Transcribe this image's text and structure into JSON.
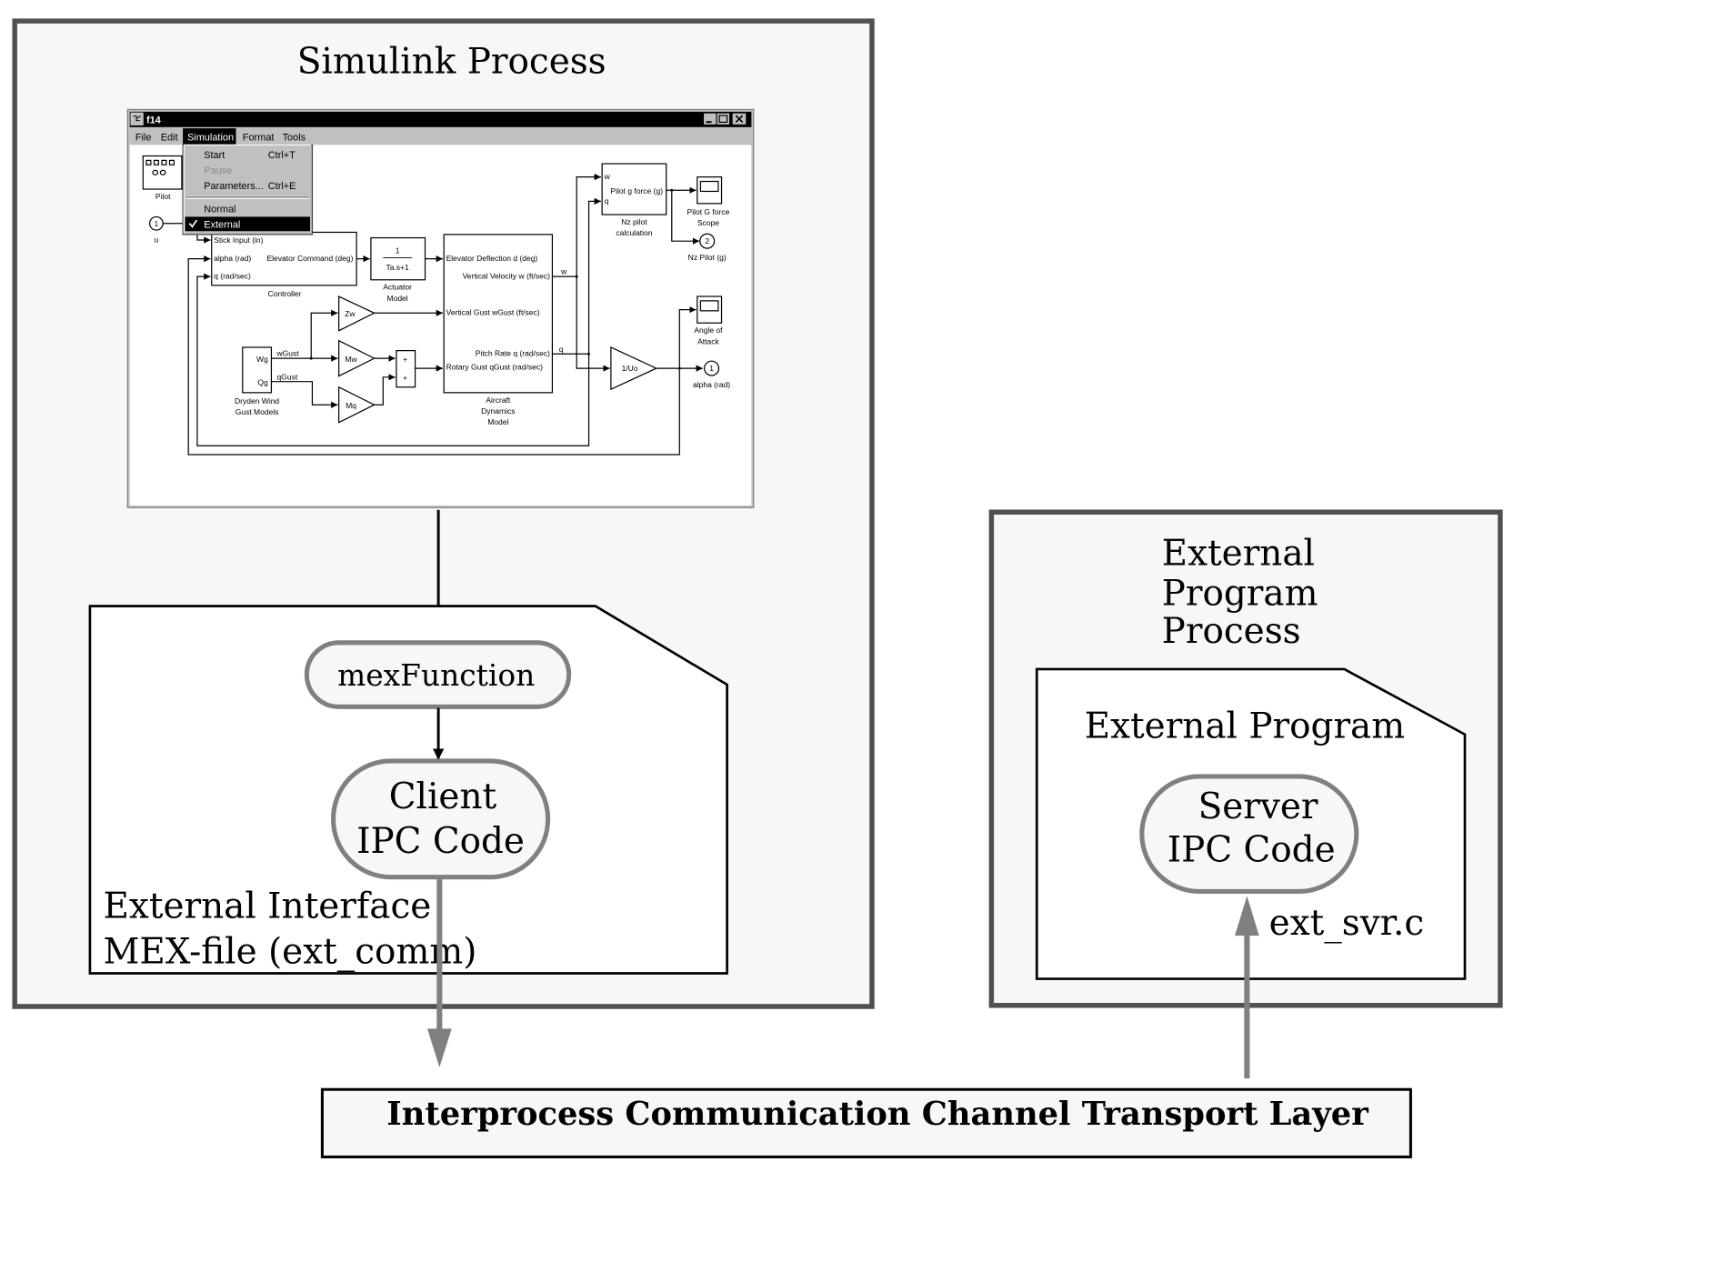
{
  "simulink_process": {
    "title": "Simulink Process",
    "window": {
      "title": "f14",
      "menu": [
        "File",
        "Edit",
        "Simulation",
        "Format",
        "Tools"
      ],
      "active_menu": "Simulation",
      "dropdown": {
        "items": [
          {
            "label": "Start",
            "shortcut": "Ctrl+T",
            "enabled": true
          },
          {
            "label": "Pause",
            "shortcut": "",
            "enabled": false
          },
          {
            "label": "Parameters...",
            "shortcut": "Ctrl+E",
            "enabled": true
          },
          {
            "label": "Normal",
            "shortcut": "",
            "enabled": true,
            "checked": false
          },
          {
            "label": "External",
            "shortcut": "",
            "enabled": true,
            "checked": true
          }
        ]
      },
      "buttons": {
        "minimize": "_",
        "maximize": "□",
        "close": "X"
      },
      "model": {
        "pilot": "Pilot",
        "inport_u": {
          "number": "1",
          "label": "u"
        },
        "controller": {
          "label": "Controller",
          "in1": "Stick Input (in)",
          "in2": "alpha (rad)",
          "in3": "q (rad/sec)",
          "out": "Elevator Command (deg)"
        },
        "actuator": {
          "num": "1",
          "den": "Ta.s+1",
          "label1": "Actuator",
          "label2": "Model"
        },
        "aircraft": {
          "in1": "Elevator Deflection d (deg)",
          "out1": "Vertical Velocity w (ft/sec)",
          "in2": "Vertical Gust wGust (ft/sec)",
          "out2": "Pitch Rate q (rad/sec)",
          "in3": "Rotary Gust qGust (rad/sec)",
          "label1": "Aircraft",
          "label2": "Dynamics",
          "label3": "Model"
        },
        "signal_w": "w",
        "signal_q": "q",
        "nz_calc": {
          "in1": "w",
          "in2": "q",
          "out": "Pilot g force (g)",
          "label1": "Nz pilot",
          "label2": "calculation"
        },
        "scope_g": {
          "label1": "Pilot G force",
          "label2": "Scope"
        },
        "outport_nz": {
          "number": "2",
          "label": "Nz Pilot (g)"
        },
        "scope_aoa": {
          "label1": "Angle of",
          "label2": "Attack"
        },
        "gain_uo": "1/Uo",
        "outport_alpha": {
          "number": "1",
          "label": "alpha (rad)"
        },
        "dryden": {
          "out1": "Wg",
          "out2": "Qg",
          "label1": "Dryden Wind",
          "label2": "Gust Models"
        },
        "sig_wgust": "wGust",
        "sig_qgust": "qGust",
        "gain_zw": "Zw",
        "gain_mw": "Mw",
        "gain_mq": "Mq",
        "sum_signs": [
          "+",
          "+"
        ]
      }
    },
    "mex": {
      "mexfunction": "mexFunction",
      "client_line1": "Client",
      "client_line2": "IPC Code",
      "label_line1": "External Interface",
      "label_line2": "MEX-file (ext_comm)"
    }
  },
  "external_process": {
    "title_line1": "External",
    "title_line2": "Program",
    "title_line3": "Process",
    "program_label": "External Program",
    "server_line1": "Server",
    "server_line2": "IPC Code",
    "file": "ext_svr.c"
  },
  "transport": {
    "label": "Interprocess Communication Channel Transport Layer"
  },
  "colors": {
    "process_fill": "#f7f7f7",
    "process_border": "#505050",
    "pill_border": "#808080",
    "ipc_arrow": "#808080"
  }
}
